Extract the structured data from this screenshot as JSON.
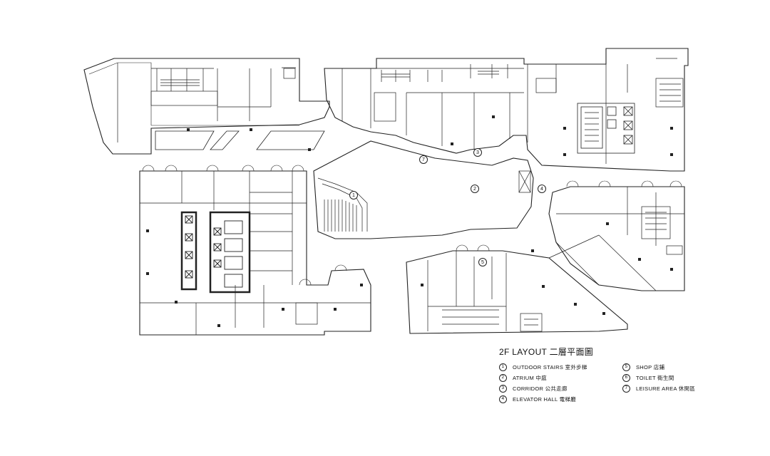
{
  "legend": {
    "title": "2F LAYOUT 二層平面圖",
    "left": [
      {
        "num": "1",
        "label": "OUTDOOR STAIRS 室外步梯"
      },
      {
        "num": "2",
        "label": "ATRIUM 中庭"
      },
      {
        "num": "3",
        "label": "CORRIDOR 公共走廊"
      },
      {
        "num": "4",
        "label": "ELEVATOR HALL 電梯廳"
      }
    ],
    "right": [
      {
        "num": "5",
        "label": "SHOP 店鋪"
      },
      {
        "num": "6",
        "label": "TOILET 衛生間"
      },
      {
        "num": "7",
        "label": "LEISURE AREA 休閑區"
      }
    ]
  },
  "markers": [
    {
      "label": "1"
    },
    {
      "label": "2"
    },
    {
      "label": "3"
    },
    {
      "label": "4"
    },
    {
      "label": "5"
    },
    {
      "label": "7"
    }
  ]
}
